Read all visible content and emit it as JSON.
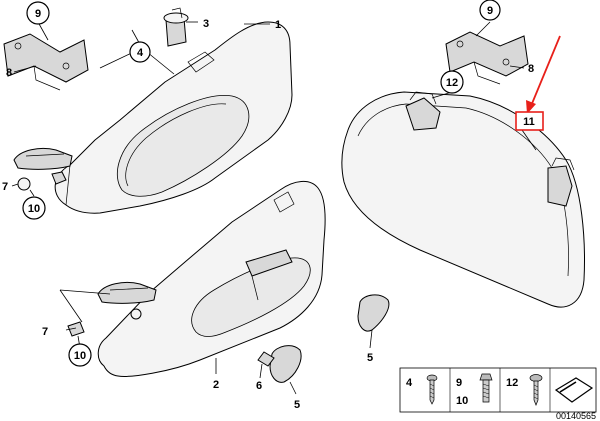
{
  "callouts": {
    "c1": "1",
    "c2": "2",
    "c3": "3",
    "c4": "4",
    "c5a": "5",
    "c5b": "5",
    "c6": "6",
    "c7a": "7",
    "c7b": "7",
    "c8a": "8",
    "c8b": "8",
    "c9a": "9",
    "c9b": "9",
    "c10a": "10",
    "c10b": "10",
    "c11": "11",
    "c12": "12"
  },
  "legend": {
    "n4": "4",
    "n9": "9",
    "n10": "10",
    "n12": "12"
  },
  "reference_number": "00140565",
  "highlight_color": "#e8201a"
}
